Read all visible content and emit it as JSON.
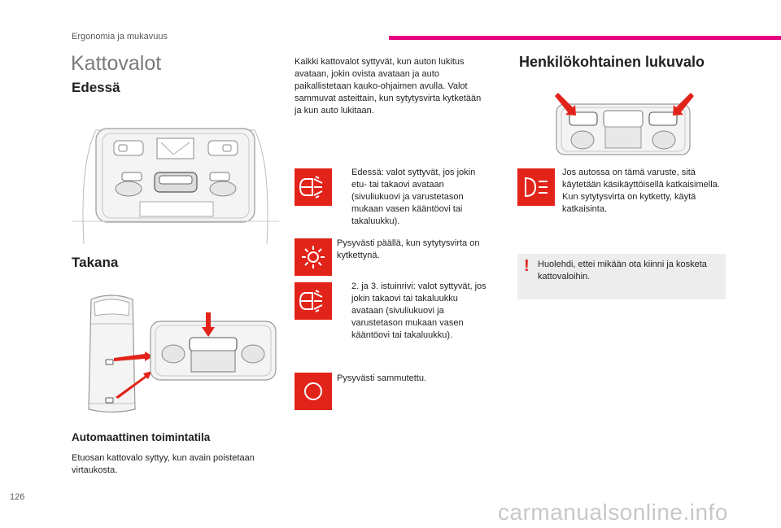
{
  "header": {
    "section": "Ergonomia ja mukavuus",
    "accent_color": "#e6007e"
  },
  "page_title": "Kattovalot",
  "front": {
    "heading": "Edessä"
  },
  "rear": {
    "heading": "Takana"
  },
  "automatic": {
    "heading": "Automaattinen toimintatila",
    "body": "Etuosan kattovalo syttyy, kun avain poistetaan virtaukosta."
  },
  "intro": {
    "body": "Kaikki kattovalot syttyvät, kun auton lukitus avataan, jokin ovista avataan ja auto paikallistetaan kauko-ohjaimen avulla. Valot sammuvat asteittain, kun sytytysvirta kytketään ja kun auto lukitaan."
  },
  "modes": [
    {
      "icon": "door-lamp-icon",
      "text": "Edessä: valot syttyvät, jos jokin etu- tai takaovi avataan (sivuliukuovi ja varustetason mukaan vasen kääntöovi tai takaluukku)."
    },
    {
      "icon": "lamp-on-icon",
      "text": "Pysyvästi päällä, kun sytytysvirta on kytkettynä."
    },
    {
      "icon": "door-lamp-icon",
      "text": "2. ja 3. istuinrivi: valot syttyvät, jos jokin takaovi tai takaluukku avataan (sivuliukuovi ja varustetason mukaan vasen kääntöovi tai takaluukku)."
    },
    {
      "icon": "lamp-off-icon",
      "text": "Pysyvästi sammutettu."
    }
  ],
  "personal": {
    "heading": "Henkilökohtainen lukuvalo",
    "icon": "reading-lamp-icon",
    "text": "Jos autossa on tämä varuste, sitä käytetään käsikäyttöisellä katkaisimella. Kun sytytysvirta on kytketty, käytä katkaisinta."
  },
  "warning": {
    "mark": "!",
    "text": "Huolehdi, ettei mikään ota kiinni ja kosketa kattovaloihin."
  },
  "page_number": "126",
  "watermark": "carmanualsonline.info",
  "colors": {
    "icon_red": "#e2231a",
    "arrow_red": "#e2231a",
    "note_bg": "#ededed"
  }
}
